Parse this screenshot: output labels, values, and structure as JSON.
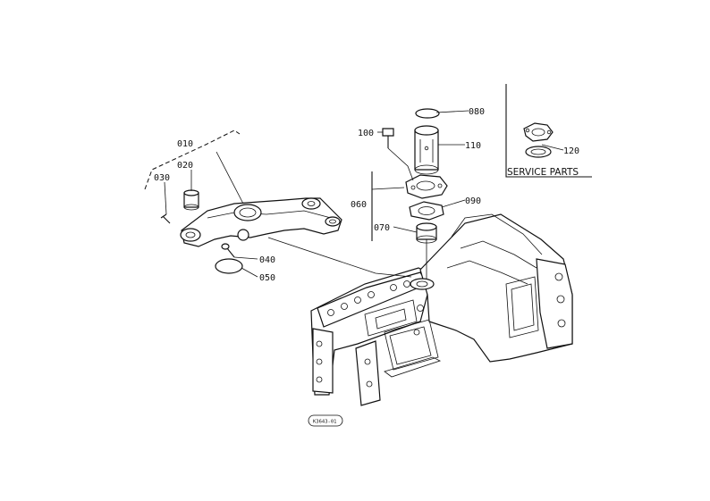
{
  "parts": {
    "p010": "010",
    "p020": "020",
    "p030": "030",
    "p040": "040",
    "p050": "050",
    "p060": "060",
    "p070": "070",
    "p080": "080",
    "p090": "090",
    "p100": "100",
    "p110": "110",
    "p120": "120"
  },
  "service_parts_label": "SERVICE PARTS",
  "drawing_code": "K3643-01"
}
